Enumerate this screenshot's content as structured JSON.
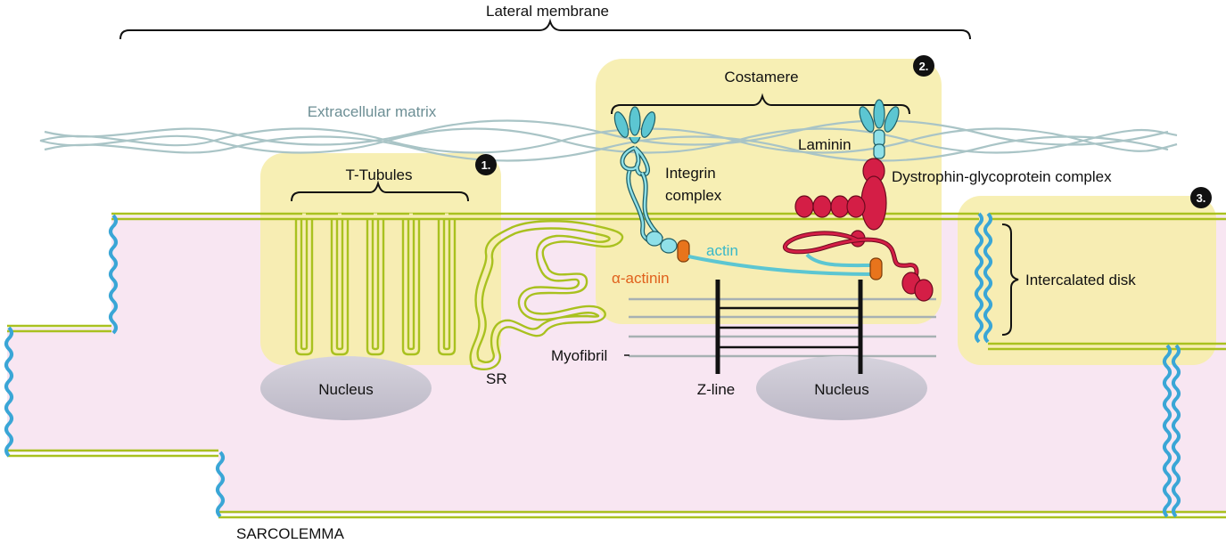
{
  "labels": {
    "lateral_membrane": "Lateral membrane",
    "extracellular_matrix": "Extracellular matrix",
    "costamere": "Costamere",
    "t_tubules": "T-Tubules",
    "integrin_complex_line1": "Integrin",
    "integrin_complex_line2": "complex",
    "laminin": "Laminin",
    "dystrophin_complex": "Dystrophin-glycoprotein complex",
    "actin": "actin",
    "alpha_actinin": "α-actinin",
    "intercalated_disk": "Intercalated disk",
    "myofibril": "Myofibril",
    "sr": "SR",
    "nucleus_left": "Nucleus",
    "nucleus_right": "Nucleus",
    "z_line": "Z-line",
    "sarcolemma": "SARCOLEMMA"
  },
  "badges": [
    "1.",
    "2.",
    "3."
  ],
  "colors": {
    "cytoplasm": "#f8e6f2",
    "membrane": "#a9c11f",
    "highlight_box": "#f6eeae",
    "intercalated_wave": "#3aa6d6",
    "matrix_fiber": "#a9c4c6",
    "integrin": "#5cc6d2",
    "dystrophin": "#d41e46",
    "alpha_actinin": "#e8741c",
    "nucleus": "#c9c6d2"
  }
}
